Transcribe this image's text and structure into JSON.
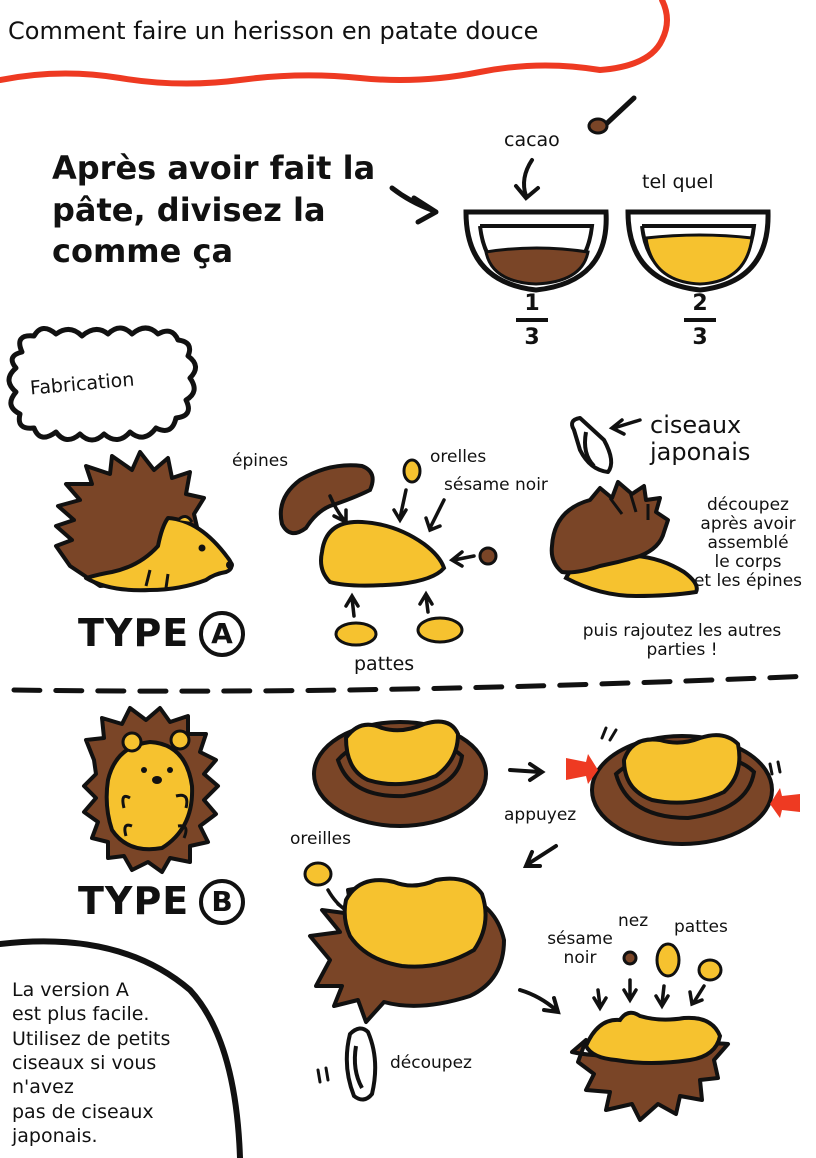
{
  "title": "Comment faire un herisson en patate douce",
  "intro": {
    "text": "Après avoir fait la\npâte, divisez la\ncomme ça"
  },
  "bowls": {
    "cacao_label": "cacao",
    "plain_label": "tel quel",
    "fraction_cacao": {
      "numerator": "1",
      "denominator": "3"
    },
    "fraction_plain": {
      "numerator": "2",
      "denominator": "3"
    }
  },
  "fabrication": {
    "label": "Fabrication"
  },
  "type_a": {
    "label": "TYPE",
    "letter": "A",
    "labels": {
      "epines": "épines",
      "orelles": "orelles",
      "sesame_noir": "sésame noir",
      "pattes": "pattes",
      "ciseaux": "ciseaux\njaponais",
      "decoupez": "découpez\naprès avoir\nassemblé\nle corps\net les épines",
      "rajoutez": "puis rajoutez les autres\nparties !"
    }
  },
  "type_b": {
    "label": "TYPE",
    "letter": "B",
    "labels": {
      "appuyez": "appuyez",
      "oreilles": "oreilles",
      "decoupez": "découpez",
      "sesame_noir": "sésame\nnoir",
      "nez": "nez",
      "pattes": "pattes"
    }
  },
  "note": {
    "text": "La version A\nest plus facile.\nUtilisez de petits\nciseaux si vous\nn'avez\npas de ciseaux\njaponais."
  },
  "colors": {
    "red": "#ee3a22",
    "brown": "#7a4527",
    "yellow": "#f6c22f",
    "ink": "#111111"
  }
}
